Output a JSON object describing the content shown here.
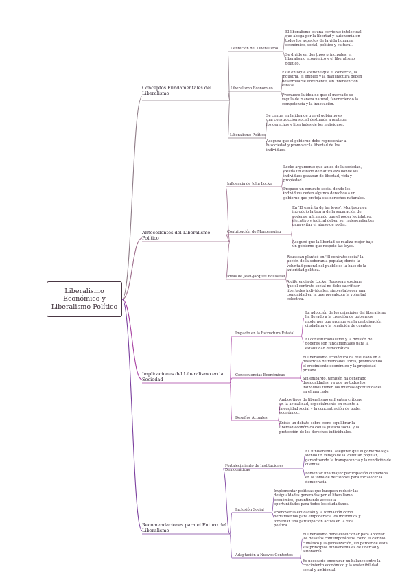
{
  "root": {
    "title": "Liberalismo\nEconómico y\nLiberalismo Político"
  },
  "branches": [
    {
      "title": "Conceptos Fundamentales del Liberalismo",
      "children": [
        {
          "label": "Definición del Liberalismo",
          "notes": [
            "El liberalismo es una corriente intelectual que aboga por la libertad y autonomía en todos los aspectos de la vida humana: económico, social, político y cultural.",
            "Se divide en dos tipos principales: el liberalismo económico y el liberalismo político."
          ]
        },
        {
          "label": "Liberalismo Económico",
          "notes": [
            "Este enfoque sostiene que el comercio, la industria, el empleo y la manufactura deben desarrollarse libremente, sin intervención estatal.",
            "Promueve la idea de que el mercado se regula de manera natural, favoreciendo la competencia y la innovación."
          ]
        },
        {
          "label": "Liberalismo Político",
          "notes": [
            "Se centra en la idea de que el gobierno es una construcción social destinada a proteger los derechos y libertades de los individuos.",
            "Asegura que el gobierno debe representar a la sociedad y promover la libertad de los individuos."
          ]
        }
      ]
    },
    {
      "title": "Antecedentes del Liberalismo Político",
      "children": [
        {
          "label": "Influencia de John Locke",
          "notes": [
            "Locke argumentó que antes de la sociedad, existía un estado de naturaleza donde los individuos gozaban de libertad, vida y propiedad.",
            "Propuso un contrato social donde los individuos ceden algunos derechos a un gobierno que proteja sus derechos naturales."
          ]
        },
        {
          "label": "Contribución de Montesquieu",
          "notes": [
            "En 'El espíritu de las leyes', Montesquieu introdujo la teoría de la separación de poderes, afirmando que el poder legislativo, ejecutivo y judicial deben ser independientes para evitar el abuso de poder.",
            "Aseguró que la libertad se realiza mejor bajo un gobierno que respete las leyes."
          ]
        },
        {
          "label": "Ideas de Jean-Jacques Rousseau",
          "notes": [
            "Rousseau planteó en 'El contrato social' la noción de la soberanía popular, donde la voluntad general del pueblo es la base de la autoridad política.",
            "A diferencia de Locke, Rousseau sostiene que el contrato social no debe sacrificar libertades individuales, sino establecer una comunidad en la que prevalezca la voluntad colectiva."
          ]
        }
      ]
    },
    {
      "title": "Implicaciones del Liberalismo en la Sociedad",
      "children": [
        {
          "label": "Impacto en la Estructura Estatal",
          "notes": [
            "La adopción de los principios del liberalismo ha llevado a la creación de gobiernos modernos que promueven la participación ciudadana y la rendición de cuentas.",
            "El constitucionalismo y la división de poderes son fundamentales para la estabilidad democrática."
          ]
        },
        {
          "label": "Consecuencias Económicas",
          "notes": [
            "El liberalismo económico ha resultado en el desarrollo de mercados libres, promoviendo el crecimiento económico y la propiedad privada.",
            "Sin embargo, también ha generado desigualdades, ya que no todos los individuos tienen las mismas oportunidades en el mercado."
          ]
        },
        {
          "label": "Desafíos Actuales",
          "notes": [
            "Ambos tipos de liberalismo enfrentan críticas en la actualidad, especialmente en cuanto a la equidad social y la concentración de poder económico.",
            "Existe un debate sobre cómo equilibrar la libertad económica con la justicia social y la protección de los derechos individuales."
          ]
        }
      ]
    },
    {
      "title": "Recomendaciones para el Futuro del Liberalismo",
      "children": [
        {
          "label": "Fortalecimiento de Instituciones Democráticas",
          "notes": [
            "Es fundamental asegurar que el gobierno siga siendo un reflejo de la voluntad popular, garantizando la transparencia y la rendición de cuentas.",
            "Fomentar una mayor participación ciudadana en la toma de decisiones para fortalecer la democracia."
          ]
        },
        {
          "label": "Inclusión Social",
          "notes": [
            "Implementar políticas que busquen reducir las desigualdades generadas por el liberalismo económico, garantizando acceso a oportunidades para todos los ciudadanos.",
            "Promover la educación y la formación como herramientas para empoderar a los individuos y fomentar una participación activa en la vida política."
          ]
        },
        {
          "label": "Adaptación a Nuevos Contextos",
          "notes": [
            "El liberalismo debe evolucionar para abordar los desafíos contemporáneos, como el cambio climático y la globalización, sin perder de vista sus principios fundamentales de libertad y autonomía.",
            "Es necesario encontrar un balance entre la crecimiento económico y la sostenibilidad social y ambiental."
          ]
        }
      ]
    }
  ],
  "colors": {
    "branch_1": "#8e7b86",
    "branch_2": "#9c6b8a",
    "branch_3": "#a63fa0",
    "branch_4": "#7b3f9e",
    "root_border": "#4a3744",
    "text": "#3b2b36"
  }
}
